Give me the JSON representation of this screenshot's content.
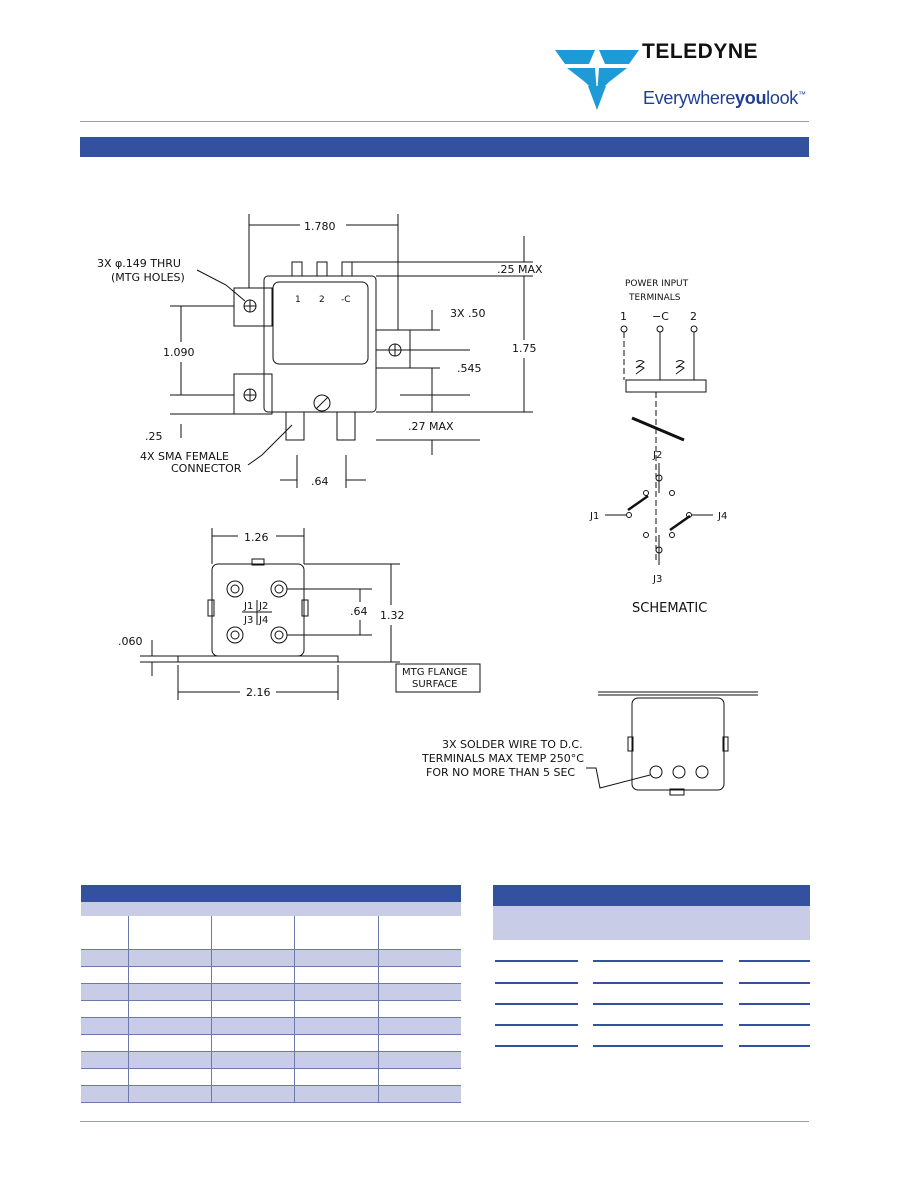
{
  "header": {
    "brand": "TELEDYNE",
    "tagline_part1": "Everywhere",
    "tagline_part2": "you",
    "tagline_part3": "look",
    "tagline_tm": "™",
    "accent_color": "#33519f"
  },
  "drawing_top": {
    "dim_width": "1.780",
    "dim_holes": "3X φ.149 THRU",
    "dim_holes_sub": "(MTG HOLES)",
    "dim_1090": "1.090",
    "dim_025": ".25",
    "dim_025max": ".25 MAX",
    "dim_3x050": "3X .50",
    "dim_0545": ".545",
    "dim_175": "1.75",
    "dim_027max": ".27 MAX",
    "connector_note_1": "4X SMA FEMALE",
    "connector_note_2": "CONNECTOR",
    "dim_064": ".64",
    "terminal_1": "1",
    "terminal_2": "2",
    "terminal_c": "-C"
  },
  "schematic": {
    "title_1": "POWER INPUT",
    "title_2": "TERMINALS",
    "t1": "1",
    "tc": "−C",
    "t2": "2",
    "j1": "J1",
    "j2": "J2",
    "j3": "J3",
    "j4": "J4",
    "caption": "SCHEMATIC"
  },
  "drawing_front": {
    "dim_126": "1.26",
    "dim_064": ".64",
    "dim_132": "1.32",
    "dim_060": ".060",
    "dim_216": "2.16",
    "flange_1": "MTG FLANGE",
    "flange_2": "SURFACE",
    "j1": "J1",
    "j2": "J2",
    "j3": "J3",
    "j4": "J4"
  },
  "drawing_side": {
    "note_1": "3X SOLDER WIRE TO D.C.",
    "note_2": "TERMINALS MAX TEMP 250°C",
    "note_3": "FOR NO MORE THAN 5 SEC"
  },
  "table_left": {
    "row_count": 9
  },
  "table_right": {
    "row_count": 5
  }
}
